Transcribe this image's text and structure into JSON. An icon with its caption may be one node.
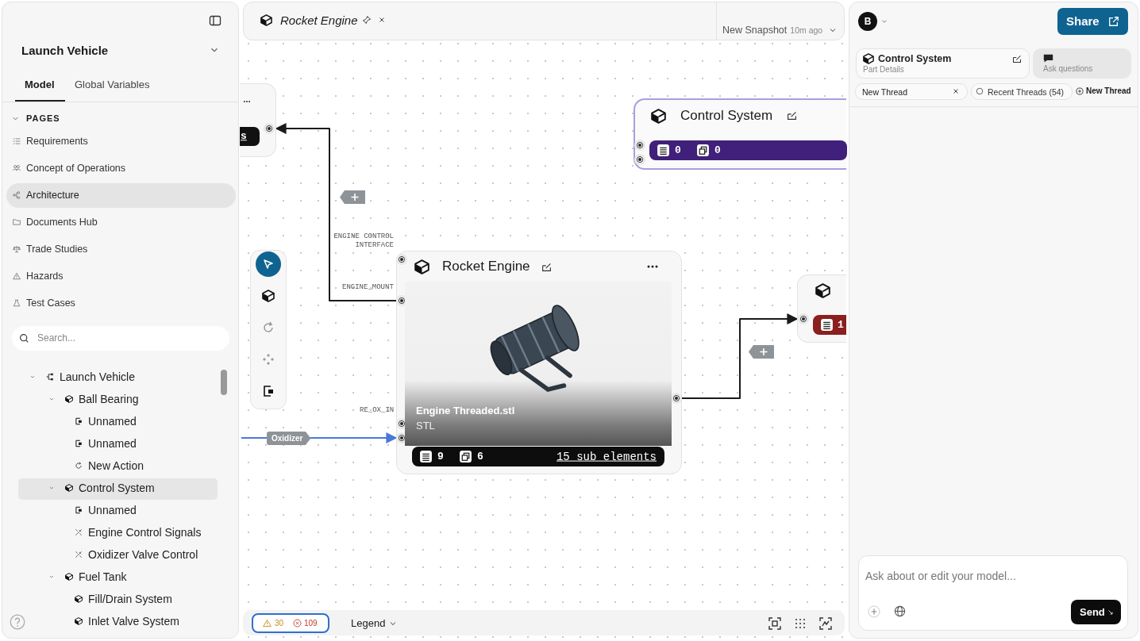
{
  "diagram": {
    "nodes": [
      {
        "text": [
          "s"
        ]
      },
      {
        "text": [
          "Control System",
          "0",
          "0"
        ]
      },
      {
        "text": [
          "Rocket Engine",
          "Engine Threaded.stl",
          "STL",
          "9",
          "6",
          "15 sub elements"
        ],
        "beside": [
          "ENGINE CONTROL INTERFACE",
          "ENGINE_MOUNT",
          "RE_OX_IN"
        ]
      },
      {
        "text": [
          "1"
        ]
      }
    ],
    "edges": [
      {
        "from": 2,
        "to": 0,
        "arrow": "to"
      },
      {
        "from": 2,
        "to": 3,
        "arrow": "to"
      },
      {
        "from": null,
        "to": 2,
        "arrow": "to",
        "label": "Oxidizer",
        "color": "#4a78d8"
      }
    ],
    "labels": [
      "Launch Vehicle",
      "Model",
      "Global Variables",
      "PAGES",
      "Requirements",
      "Concept of Operations",
      "Architecture",
      "Documents Hub",
      "Trade Studies",
      "Hazards",
      "Test Cases",
      "Search...",
      "Launch Vehicle",
      "Ball Bearing",
      "Unnamed",
      "Unnamed",
      "New Action",
      "Control System",
      "Unnamed",
      "Engine Control Signals",
      "Oxidizer Valve Control",
      "Fuel Tank",
      "Fill/Drain System",
      "Inlet Valve System",
      "Rocket Engine",
      "New Snapshot",
      "10m ago",
      "B",
      "Share",
      "Control System",
      "Part Details",
      "Ask questions",
      "New Thread",
      "Recent Threads (54)",
      "New Thread",
      "Ask about or edit your model...",
      "Send",
      "30",
      "109",
      "Legend"
    ]
  }
}
